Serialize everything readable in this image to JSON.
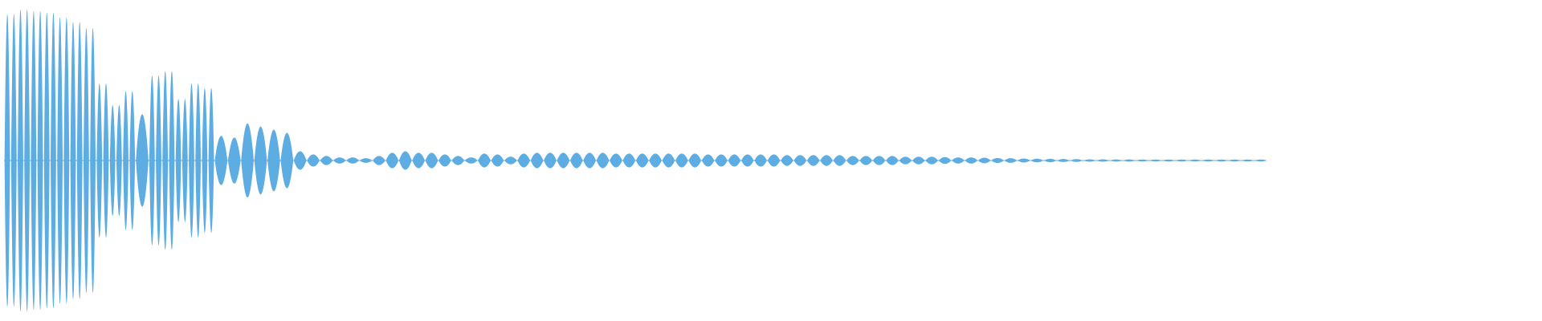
{
  "waveform": {
    "color": "#5dade2",
    "background": "#ffffff",
    "amplitude_envelope": [
      0.95,
      0.98,
      0.97,
      0.96,
      0.93,
      0.9,
      0.86,
      0.5,
      0.36,
      0.45,
      0.3,
      0.55,
      0.58,
      0.4,
      0.5,
      0.47,
      0.16,
      0.15,
      0.24,
      0.22,
      0.2,
      0.18,
      0.06,
      0.04,
      0.03,
      0.02,
      0.02,
      0.015,
      0.03,
      0.05,
      0.06,
      0.05,
      0.05,
      0.04,
      0.03,
      0.02,
      0.045,
      0.04,
      0.025,
      0.045,
      0.05,
      0.05,
      0.05,
      0.05,
      0.05,
      0.05,
      0.045,
      0.045,
      0.045,
      0.045,
      0.045,
      0.045,
      0.045,
      0.04,
      0.04,
      0.04,
      0.04,
      0.04,
      0.04,
      0.035,
      0.035,
      0.035,
      0.035,
      0.035,
      0.03,
      0.03,
      0.03,
      0.03,
      0.025,
      0.025,
      0.025,
      0.022,
      0.02,
      0.02,
      0.018,
      0.016,
      0.015,
      0.013,
      0.012,
      0.011,
      0.01,
      0.009,
      0.008,
      0.008,
      0.007,
      0.007,
      0.006,
      0.006,
      0.005,
      0.005,
      0.005,
      0.004,
      0.004,
      0.004,
      0.003,
      0.003
    ]
  }
}
